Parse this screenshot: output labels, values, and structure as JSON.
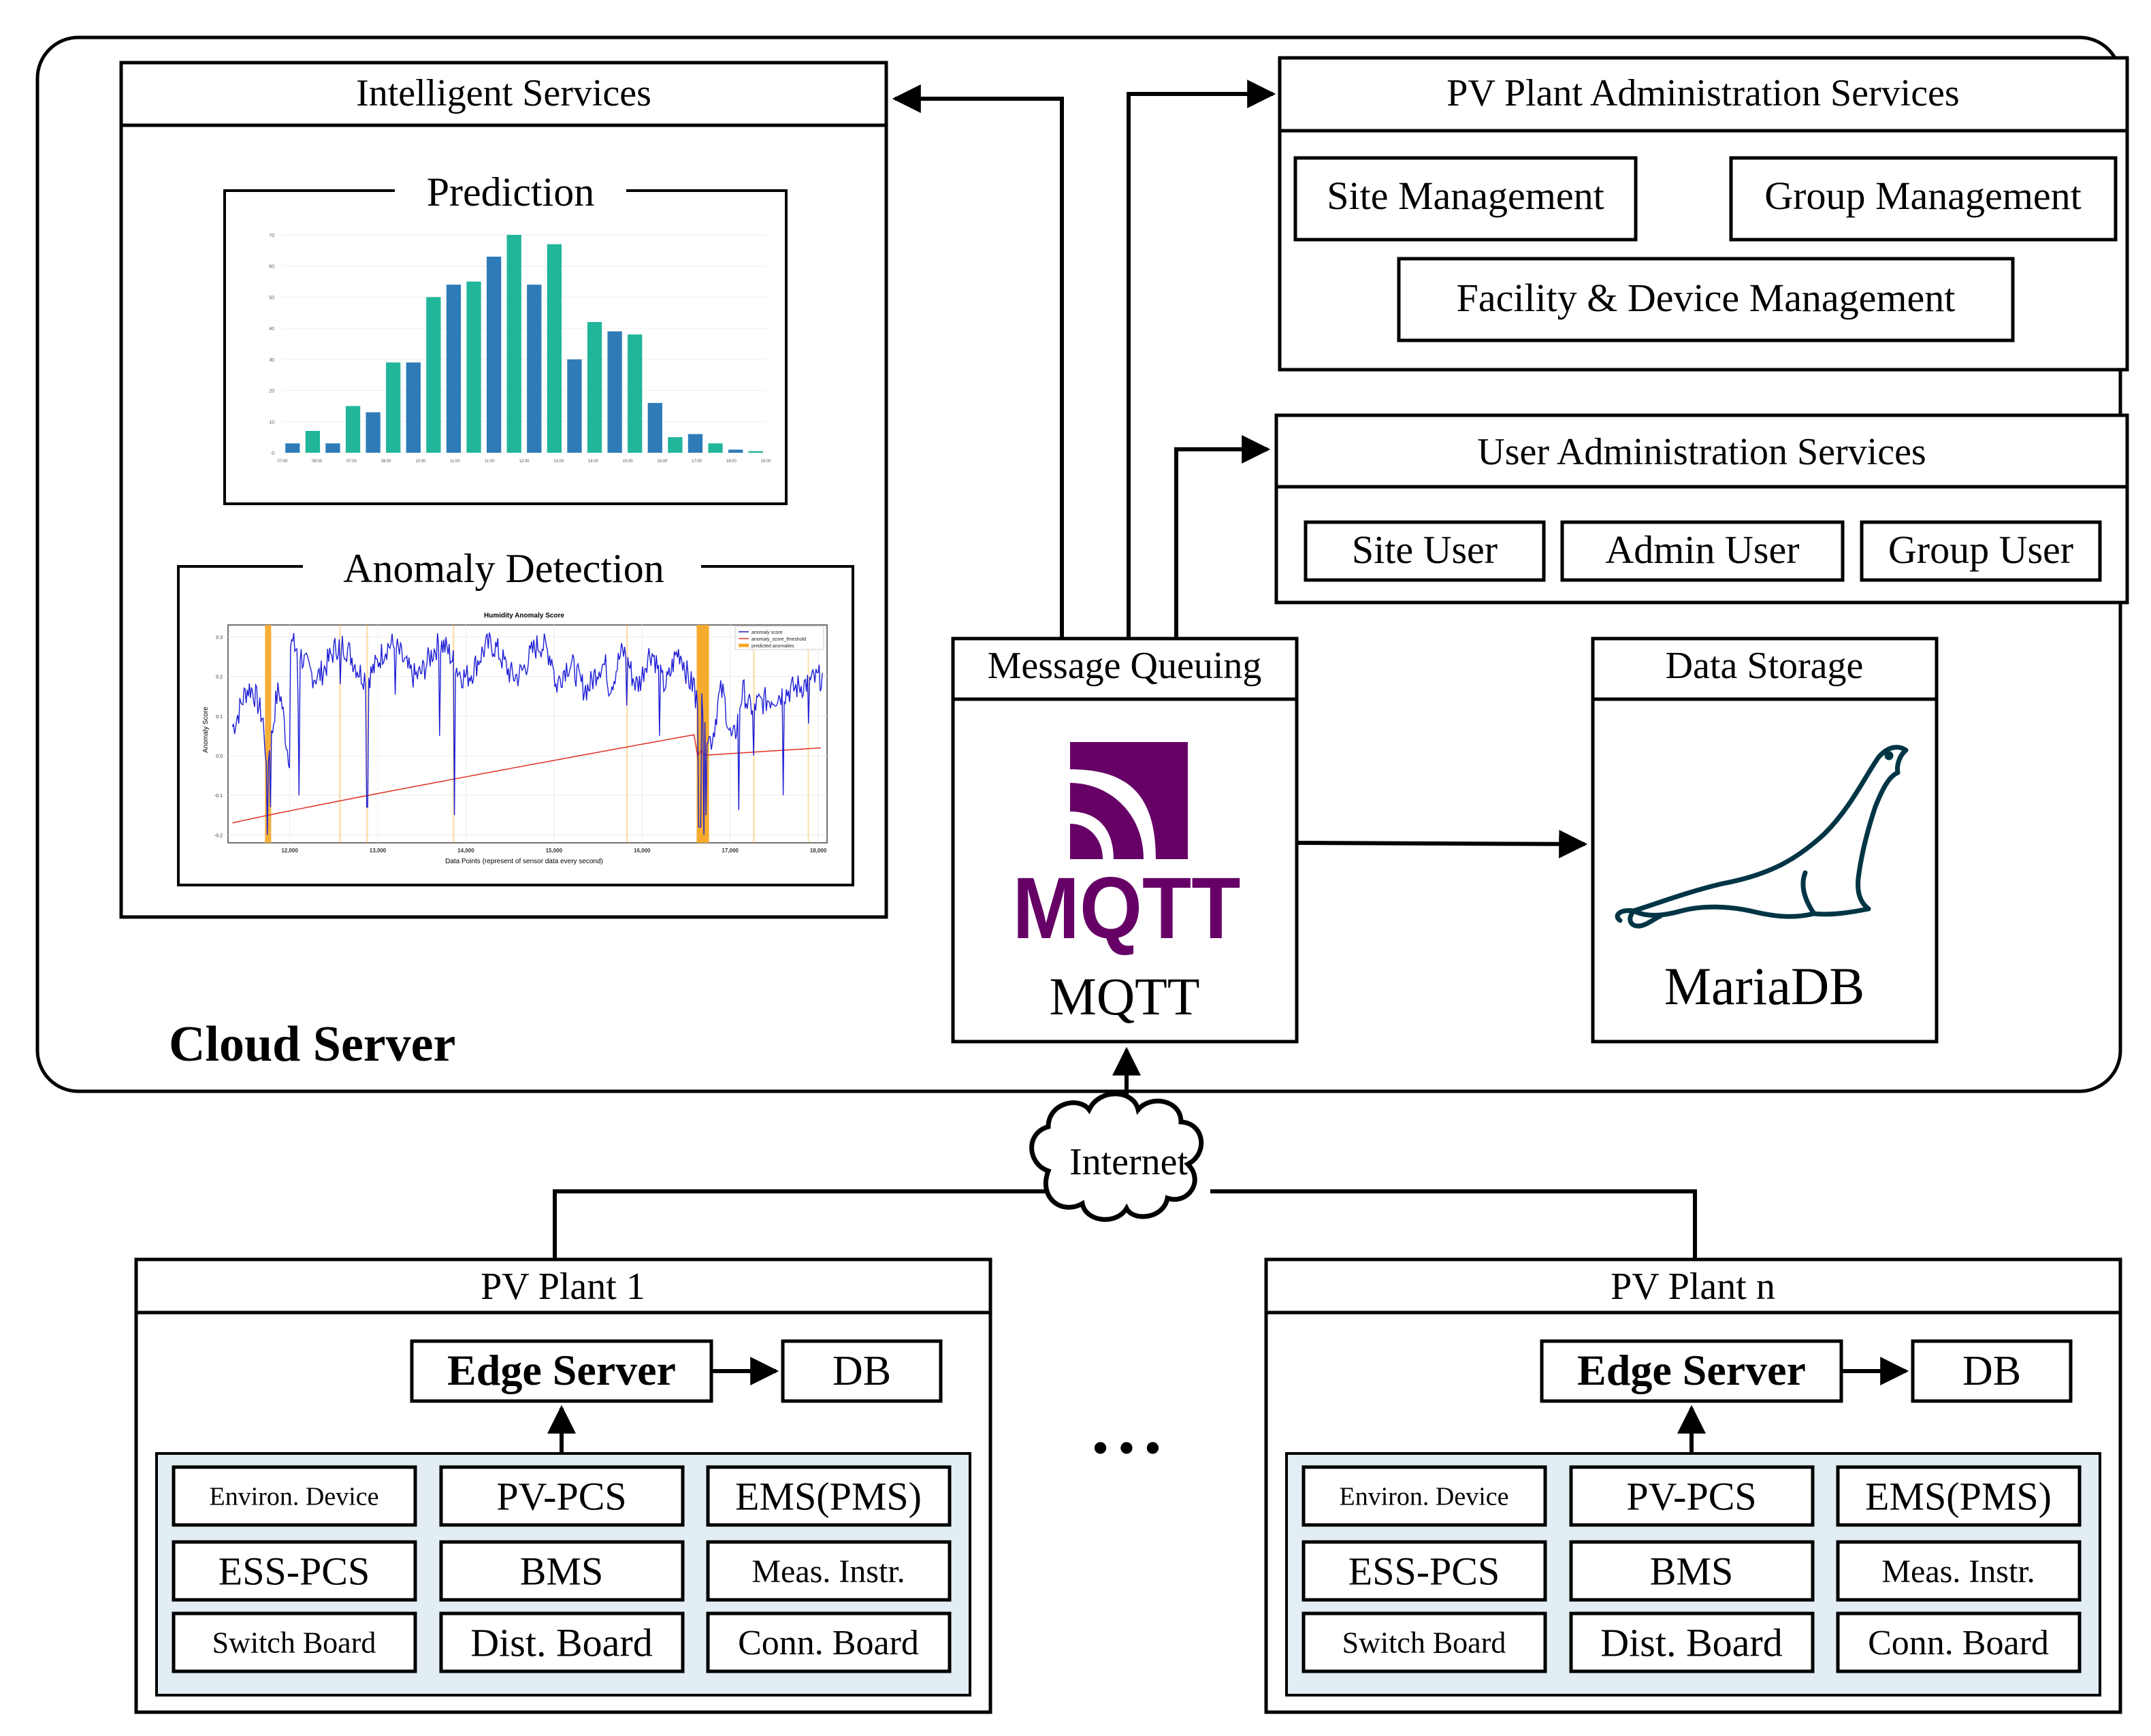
{
  "cloud": {
    "label": "Cloud Server",
    "intelligent": {
      "title": "Intelligent Services",
      "prediction": {
        "title": "Prediction",
        "x_ticks": [
          "07:00",
          "08:00",
          "07:00",
          "08:00",
          "10:00",
          "11:00",
          "11:00",
          "12:00",
          "13:00",
          "14:00",
          "15:00",
          "16:00",
          "17:00",
          "18:00",
          "19:00"
        ],
        "y_ticks": [
          "0",
          "10",
          "20",
          "30",
          "40",
          "50",
          "60",
          "70"
        ]
      },
      "anomaly": {
        "title": "Anomaly Detection",
        "chart_title": "Humidity Anomaly Score",
        "y_label": "Anomaly Score",
        "x_label": "Data Points (represent of sensor data every second)",
        "x_ticks": [
          "12,000",
          "13,000",
          "14,000",
          "15,000",
          "16,000",
          "17,000",
          "18,000"
        ],
        "y_ticks": [
          "0.3",
          "0.2",
          "0.1",
          "0.0",
          "-0.1",
          "-0.2"
        ],
        "legend": [
          "anomaly score",
          "anomaly_score_threshold",
          "predicted anomalies"
        ]
      }
    },
    "mq": {
      "title": "Message Queuing",
      "logo_text": "MQTT",
      "caption": "MQTT"
    },
    "storage": {
      "title": "Data Storage",
      "caption": "MariaDB"
    },
    "pv_admin": {
      "title": "PV Plant Administration Services",
      "items": [
        "Site Management",
        "Group Management",
        "Facility & Device Management"
      ]
    },
    "user_admin": {
      "title": "User Administration Services",
      "items": [
        "Site User",
        "Admin User",
        "Group User"
      ]
    }
  },
  "internet": "Internet",
  "ellipsis": "• • •",
  "plants": [
    {
      "title": "PV Plant 1",
      "edge": "Edge Server",
      "db": "DB",
      "devices": [
        "Environ. Device",
        "PV-PCS",
        "EMS(PMS)",
        "ESS-PCS",
        "BMS",
        "Meas. Instr.",
        "Switch Board",
        "Dist. Board",
        "Conn. Board"
      ]
    },
    {
      "title": "PV Plant n",
      "edge": "Edge Server",
      "db": "DB",
      "devices": [
        "Environ. Device",
        "PV-PCS",
        "EMS(PMS)",
        "ESS-PCS",
        "BMS",
        "Meas. Instr.",
        "Switch Board",
        "Dist. Board",
        "Conn. Board"
      ]
    }
  ],
  "colors": {
    "line": "#000000",
    "device_bg": "#e2eef3",
    "mqtt": "#660066",
    "mariadb": "#003545",
    "bar_blue": "#2e7bb8",
    "bar_teal": "#21b59a",
    "anomaly_line": "#1f1fd6",
    "threshold_line": "#e03020",
    "anomaly_band": "#f5a623"
  },
  "chart_data": [
    {
      "type": "bar",
      "values": [
        3,
        7,
        3,
        15,
        13,
        29,
        29,
        50,
        54,
        55,
        63,
        70,
        54,
        67,
        30,
        42,
        39,
        38,
        16,
        5,
        6,
        3,
        1,
        0.5
      ],
      "ylim": [
        0,
        70
      ]
    },
    {
      "type": "line",
      "series": [
        {
          "name": "anomaly score"
        },
        {
          "name": "anomaly_score_threshold"
        },
        {
          "name": "predicted anomalies"
        }
      ],
      "xlim": [
        11300,
        18100
      ],
      "ylim": [
        -0.22,
        0.33
      ]
    }
  ]
}
